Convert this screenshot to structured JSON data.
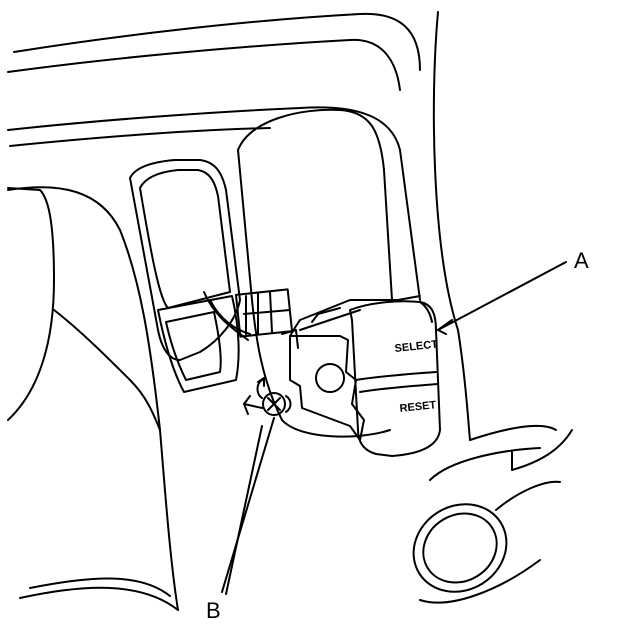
{
  "callouts": {
    "a": "A",
    "b": "B"
  },
  "switch": {
    "select_label": "SELECT",
    "reset_label": "RESET"
  },
  "colors": {
    "line": "#000000",
    "background": "#ffffff"
  }
}
